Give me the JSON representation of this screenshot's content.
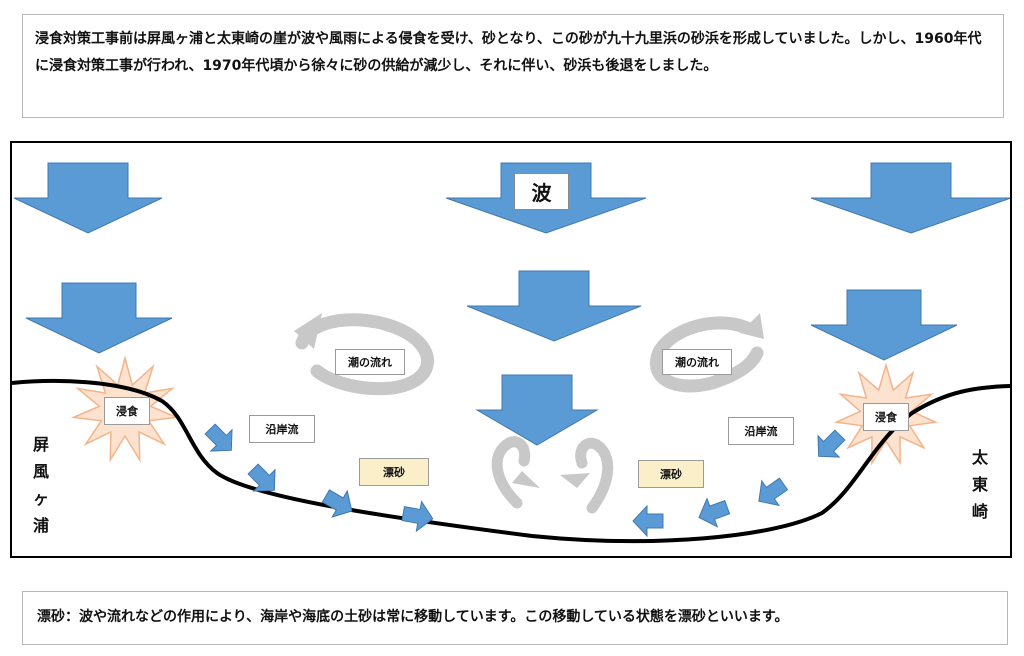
{
  "intro": {
    "text": "浸食対策工事前は屏風ヶ浦と太東崎の崖が波や風雨による侵食を受け、砂となり、この砂が九十九里浜の砂浜を形成していました。しかし、1960年代に浸食対策工事が行われ、1970年代頃から徐々に砂の供給が減少し、それに伴い、砂浜も後退をしました。"
  },
  "diagram": {
    "wave_label": "波",
    "current_labels": [
      "潮の流れ",
      "潮の流れ"
    ],
    "erosion_labels": [
      "浸食",
      "浸食"
    ],
    "longshore_labels": [
      "沿岸流",
      "沿岸流"
    ],
    "drift_labels": [
      "漂砂",
      "漂砂"
    ],
    "place_left": [
      "屏",
      "風",
      "ヶ",
      "浦"
    ],
    "place_right": [
      "太",
      "東",
      "崎"
    ],
    "colors": {
      "arrow": "#5b9bd5",
      "arrow_edge": "#3f78b0",
      "current": "#c8c8c8",
      "burst": "#fde2cf",
      "burst_edge": "#f3b48a",
      "sand_label": "#fbefc9",
      "shore": "#000000"
    }
  },
  "definition": {
    "text": "漂砂：波や流れなどの作用により、海岸や海底の土砂は常に移動しています。この移動している状態を漂砂といいます。"
  }
}
